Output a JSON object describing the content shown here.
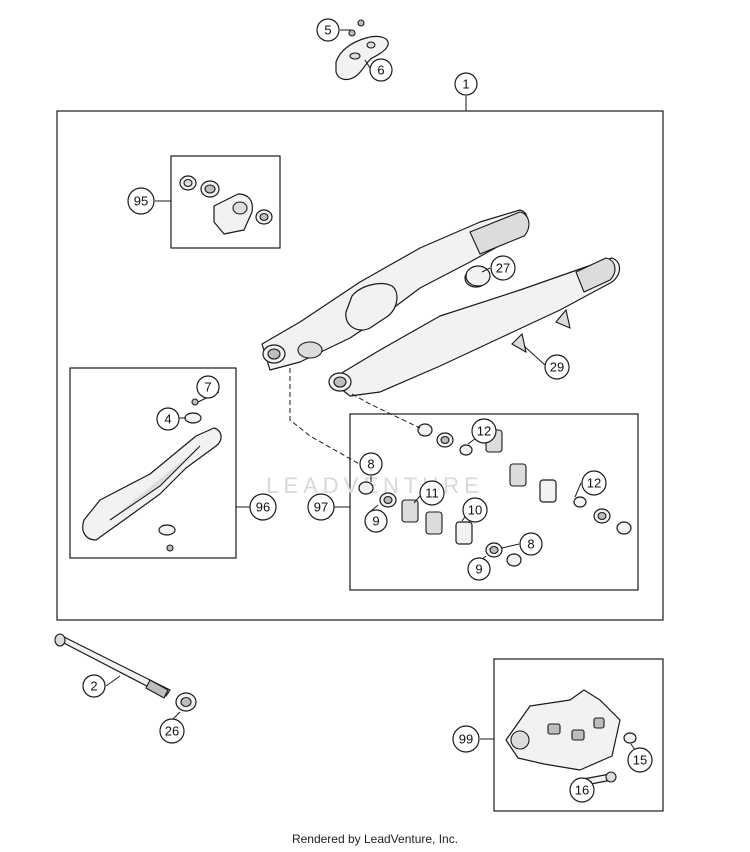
{
  "watermark": "LEADVENTURE",
  "footer": "Rendered by LeadVenture, Inc.",
  "callouts": {
    "c1": "1",
    "c2": "2",
    "c4": "4",
    "c5": "5",
    "c6": "6",
    "c7": "7",
    "c8a": "8",
    "c8b": "8",
    "c9a": "9",
    "c9b": "9",
    "c10": "10",
    "c11": "11",
    "c12a": "12",
    "c12b": "12",
    "c15": "15",
    "c16": "16",
    "c26": "26",
    "c27": "27",
    "c29": "29",
    "c95": "95",
    "c96": "96",
    "c97": "97",
    "c99": "99"
  }
}
